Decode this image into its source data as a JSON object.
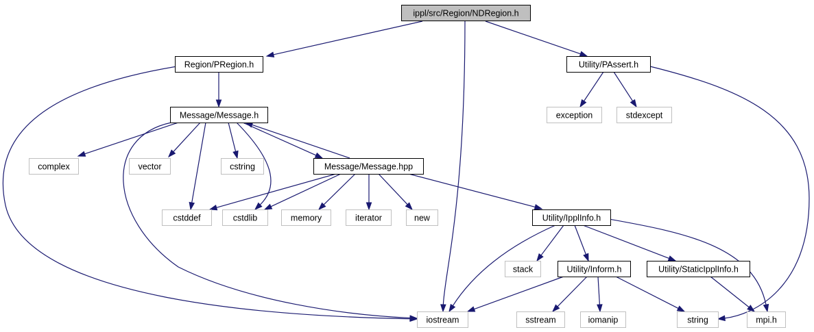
{
  "graph": {
    "root": "ippl/src/Region/NDRegion.h",
    "nodes": [
      {
        "id": "ndregion",
        "label": "ippl/src/Region/NDRegion.h",
        "kind": "root"
      },
      {
        "id": "pregion",
        "label": "Region/PRegion.h",
        "kind": "header"
      },
      {
        "id": "passert",
        "label": "Utility/PAssert.h",
        "kind": "header"
      },
      {
        "id": "message_h",
        "label": "Message/Message.h",
        "kind": "header"
      },
      {
        "id": "exception",
        "label": "exception",
        "kind": "system"
      },
      {
        "id": "stdexcept",
        "label": "stdexcept",
        "kind": "system"
      },
      {
        "id": "complex",
        "label": "complex",
        "kind": "system"
      },
      {
        "id": "vector",
        "label": "vector",
        "kind": "system"
      },
      {
        "id": "cstring",
        "label": "cstring",
        "kind": "system"
      },
      {
        "id": "message_hpp",
        "label": "Message/Message.hpp",
        "kind": "header"
      },
      {
        "id": "cstddef",
        "label": "cstddef",
        "kind": "system"
      },
      {
        "id": "cstdlib",
        "label": "cstdlib",
        "kind": "system"
      },
      {
        "id": "memory",
        "label": "memory",
        "kind": "system"
      },
      {
        "id": "iterator",
        "label": "iterator",
        "kind": "system"
      },
      {
        "id": "new",
        "label": "new",
        "kind": "system"
      },
      {
        "id": "ipplinfo",
        "label": "Utility/IpplInfo.h",
        "kind": "header"
      },
      {
        "id": "stack",
        "label": "stack",
        "kind": "system"
      },
      {
        "id": "inform",
        "label": "Utility/Inform.h",
        "kind": "header"
      },
      {
        "id": "staticippl",
        "label": "Utility/StaticIpplInfo.h",
        "kind": "header"
      },
      {
        "id": "iostream",
        "label": "iostream",
        "kind": "system"
      },
      {
        "id": "sstream",
        "label": "sstream",
        "kind": "system"
      },
      {
        "id": "iomanip",
        "label": "iomanip",
        "kind": "system"
      },
      {
        "id": "string",
        "label": "string",
        "kind": "system"
      },
      {
        "id": "mpi",
        "label": "mpi.h",
        "kind": "system"
      }
    ],
    "edges": [
      {
        "from": "ndregion",
        "to": "pregion"
      },
      {
        "from": "ndregion",
        "to": "iostream"
      },
      {
        "from": "ndregion",
        "to": "passert"
      },
      {
        "from": "pregion",
        "to": "message_h"
      },
      {
        "from": "pregion",
        "to": "iostream"
      },
      {
        "from": "passert",
        "to": "exception"
      },
      {
        "from": "passert",
        "to": "stdexcept"
      },
      {
        "from": "passert",
        "to": "string"
      },
      {
        "from": "message_h",
        "to": "complex"
      },
      {
        "from": "message_h",
        "to": "vector"
      },
      {
        "from": "message_h",
        "to": "cstring"
      },
      {
        "from": "message_h",
        "to": "cstddef"
      },
      {
        "from": "message_h",
        "to": "cstdlib"
      },
      {
        "from": "message_h",
        "to": "message_hpp"
      },
      {
        "from": "message_h",
        "to": "iostream"
      },
      {
        "from": "message_hpp",
        "to": "message_h"
      },
      {
        "from": "message_hpp",
        "to": "cstddef"
      },
      {
        "from": "message_hpp",
        "to": "cstdlib"
      },
      {
        "from": "message_hpp",
        "to": "memory"
      },
      {
        "from": "message_hpp",
        "to": "iterator"
      },
      {
        "from": "message_hpp",
        "to": "new"
      },
      {
        "from": "message_hpp",
        "to": "ipplinfo"
      },
      {
        "from": "ipplinfo",
        "to": "iostream"
      },
      {
        "from": "ipplinfo",
        "to": "stack"
      },
      {
        "from": "ipplinfo",
        "to": "inform"
      },
      {
        "from": "ipplinfo",
        "to": "staticippl"
      },
      {
        "from": "ipplinfo",
        "to": "mpi"
      },
      {
        "from": "inform",
        "to": "iostream"
      },
      {
        "from": "inform",
        "to": "sstream"
      },
      {
        "from": "inform",
        "to": "iomanip"
      },
      {
        "from": "inform",
        "to": "string"
      },
      {
        "from": "staticippl",
        "to": "mpi"
      }
    ]
  },
  "colors": {
    "edge": "#191970",
    "header_border": "#000000",
    "root_fill": "#bfbfbf",
    "system_border": "#bfbfbf",
    "text": "#000000"
  }
}
